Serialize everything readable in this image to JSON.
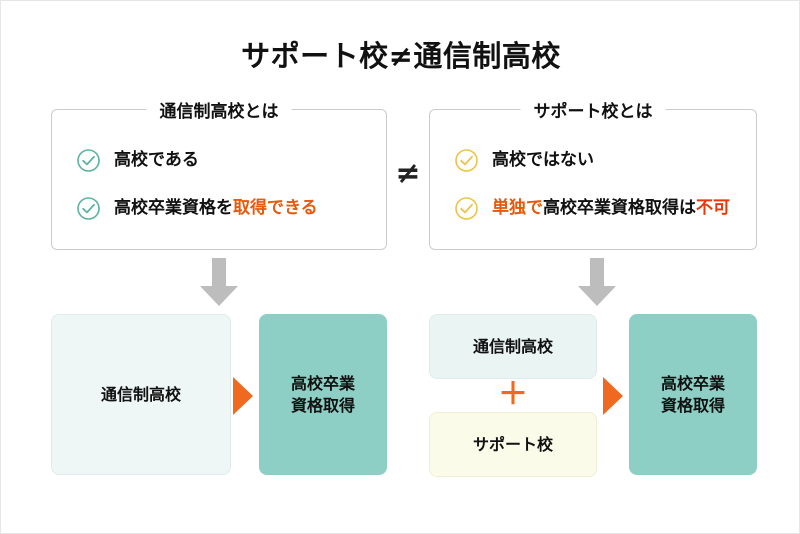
{
  "title": "サポート校≠通信制高校",
  "colors": {
    "teal_check": "#5cb3a0",
    "yellow_check": "#ebc34a",
    "orange_accent": "#e8590c",
    "orange_arrow": "#ef6a20",
    "teal_box": "#8ecfc5",
    "mint_box": "#eef7f5",
    "cream_box": "#fbfbe9",
    "gray_arrow": "#bdbdbd"
  },
  "comparison": {
    "operator": "≠",
    "left_box": {
      "legend": "通信制高校とは",
      "items": [
        {
          "check": "check-circle-icon",
          "text_plain": "高校である",
          "text_pre": "高校である",
          "text_hl": "",
          "text_post": ""
        },
        {
          "check": "check-circle-icon",
          "text_plain": "高校卒業資格を取得できる",
          "text_pre": "高校卒業資格を",
          "text_hl": "取得できる",
          "text_post": ""
        }
      ]
    },
    "right_box": {
      "legend": "サポート校とは",
      "items": [
        {
          "check": "check-circle-icon",
          "text_plain": "高校ではない",
          "text_pre": "高校ではない",
          "text_hl": "",
          "text_post": ""
        },
        {
          "check": "check-circle-icon",
          "text_plain": "単独で高校卒業資格取得は不可",
          "text_pre": "",
          "text_hl": "単独で",
          "text_mid": "高校卒業資格取得は",
          "text_post": "不可"
        }
      ]
    }
  },
  "flow": {
    "left": {
      "arrow_down": "down-arrow-icon",
      "source": "通信制高校",
      "connector": "triangle-right-icon",
      "result_line1": "高校卒業",
      "result_line2": "資格取得"
    },
    "right": {
      "arrow_down": "down-arrow-icon",
      "source_top": "通信制高校",
      "plus": "＋",
      "source_bottom": "サポート校",
      "connector": "triangle-right-icon",
      "result_line1": "高校卒業",
      "result_line2": "資格取得"
    }
  }
}
